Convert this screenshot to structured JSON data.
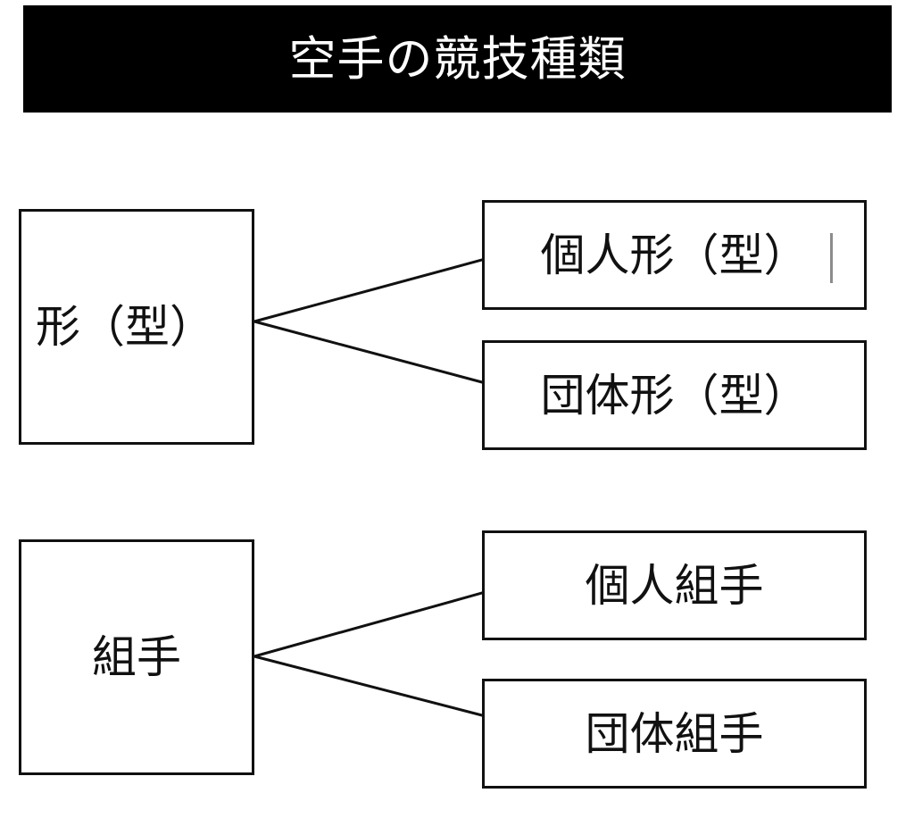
{
  "title": {
    "text": "空手の競技種類"
  },
  "colors": {
    "banner_background": "#000000",
    "banner_text": "#ffffff",
    "box_border": "#111111",
    "box_fill": "#ffffff",
    "caret": "#8c8c8c",
    "page_background": "#ffffff"
  },
  "diagram": {
    "type": "tree",
    "groups": [
      {
        "parent": {
          "label": "形（型）"
        },
        "children": [
          {
            "label": "個人形（型）",
            "has_text_caret": true
          },
          {
            "label": "団体形（型）",
            "has_text_caret": false
          }
        ]
      },
      {
        "parent": {
          "label": "組手"
        },
        "children": [
          {
            "label": "個人組手",
            "has_text_caret": false
          },
          {
            "label": "団体組手",
            "has_text_caret": false
          }
        ]
      }
    ]
  }
}
